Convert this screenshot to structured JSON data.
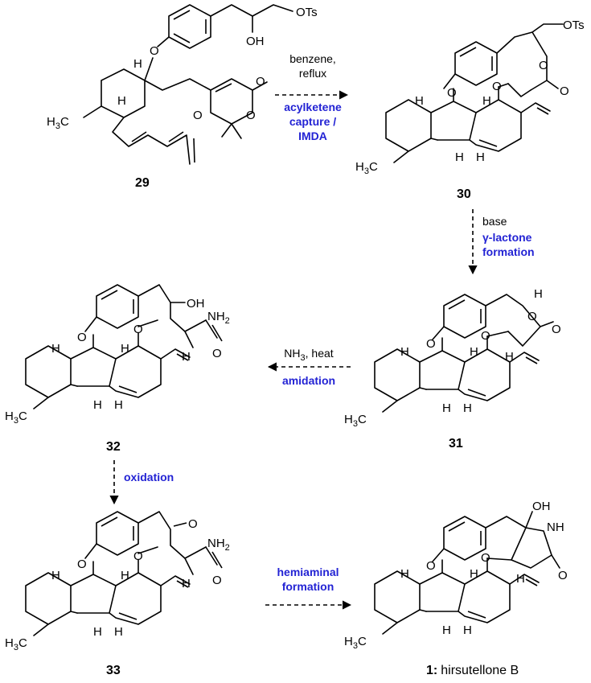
{
  "compounds": {
    "c29": {
      "number": "29"
    },
    "c30": {
      "number": "30"
    },
    "c31": {
      "number": "31"
    },
    "c32": {
      "number": "32"
    },
    "c33": {
      "number": "33"
    },
    "c1": {
      "number": "1:",
      "name": "hirsutellone B"
    }
  },
  "atoms": {
    "OTs": "OTs",
    "OH": "OH",
    "O": "O",
    "H": "H",
    "H3C_main": "H",
    "H3C_sub": "3",
    "H3C_tail": "C",
    "NH": "NH",
    "NH2_main": "NH",
    "NH2_sub": "2"
  },
  "steps": {
    "s1": {
      "reagents": [
        "benzene,",
        "reflux"
      ],
      "keywords": [
        "acylketene",
        "capture /",
        "IMDA"
      ]
    },
    "s2": {
      "reagents": [
        "base"
      ],
      "keywords": [
        "γ-lactone",
        "formation"
      ]
    },
    "s3": {
      "reagent_main": "NH",
      "reagent_sub": "3",
      "reagent_tail": ", heat",
      "keywords": [
        "amidation"
      ]
    },
    "s4": {
      "keywords": [
        "oxidation"
      ]
    },
    "s5": {
      "keywords": [
        "hemiaminal",
        "formation"
      ]
    }
  }
}
